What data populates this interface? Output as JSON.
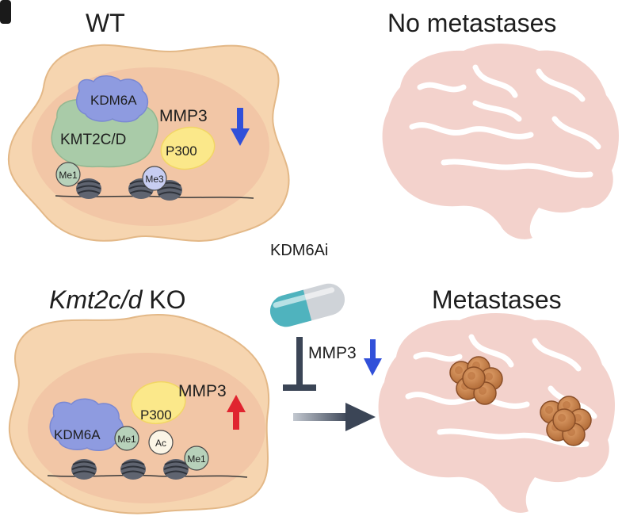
{
  "panels": {
    "wt_title": "WT",
    "ko_title_italic": "Kmt2c/d",
    "ko_title_rest": " KO",
    "no_metastases": "No metastases",
    "metastases": "Metastases"
  },
  "wt_cell": {
    "kdm6a": "KDM6A",
    "kmt2cd": "KMT2C/D",
    "p300": "P300",
    "mmp3": "MMP3",
    "me1": "Me1",
    "me3": "Me3"
  },
  "ko_cell": {
    "kdm6a": "KDM6A",
    "p300": "P300",
    "mmp3": "MMP3",
    "me1_a": "Me1",
    "ac": "Ac",
    "me1_b": "Me1"
  },
  "drug": {
    "name": "KDM6Ai",
    "mmp3": "MMP3"
  },
  "colors": {
    "cell_outer": "#f6d5b0",
    "nucleus": "#f2c6a6",
    "kdm6a": "#8e9be0",
    "kmt2cd": "#a9cba8",
    "p300": "#fbe88a",
    "brain": "#f3d2cc",
    "arrow_up": "#e0242f",
    "arrow_down": "#3150d9",
    "inhibit": "#3b4556",
    "tumor": "#c9824d"
  }
}
